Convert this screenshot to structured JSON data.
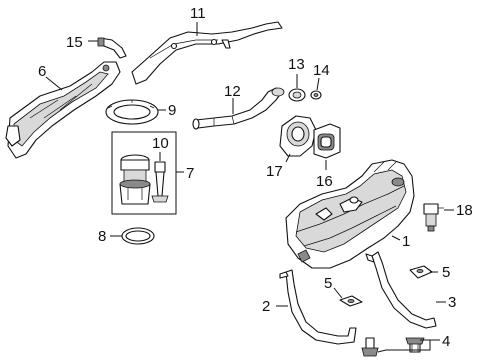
{
  "callouts": {
    "c1": "1",
    "c2": "2",
    "c3": "3",
    "c4": "4",
    "c5a": "5",
    "c5b": "5",
    "c6": "6",
    "c7": "7",
    "c8": "8",
    "c9": "9",
    "c10": "10",
    "c11": "11",
    "c12": "12",
    "c13": "13",
    "c14": "14",
    "c15": "15",
    "c16": "16",
    "c17": "17",
    "c18": "18"
  }
}
